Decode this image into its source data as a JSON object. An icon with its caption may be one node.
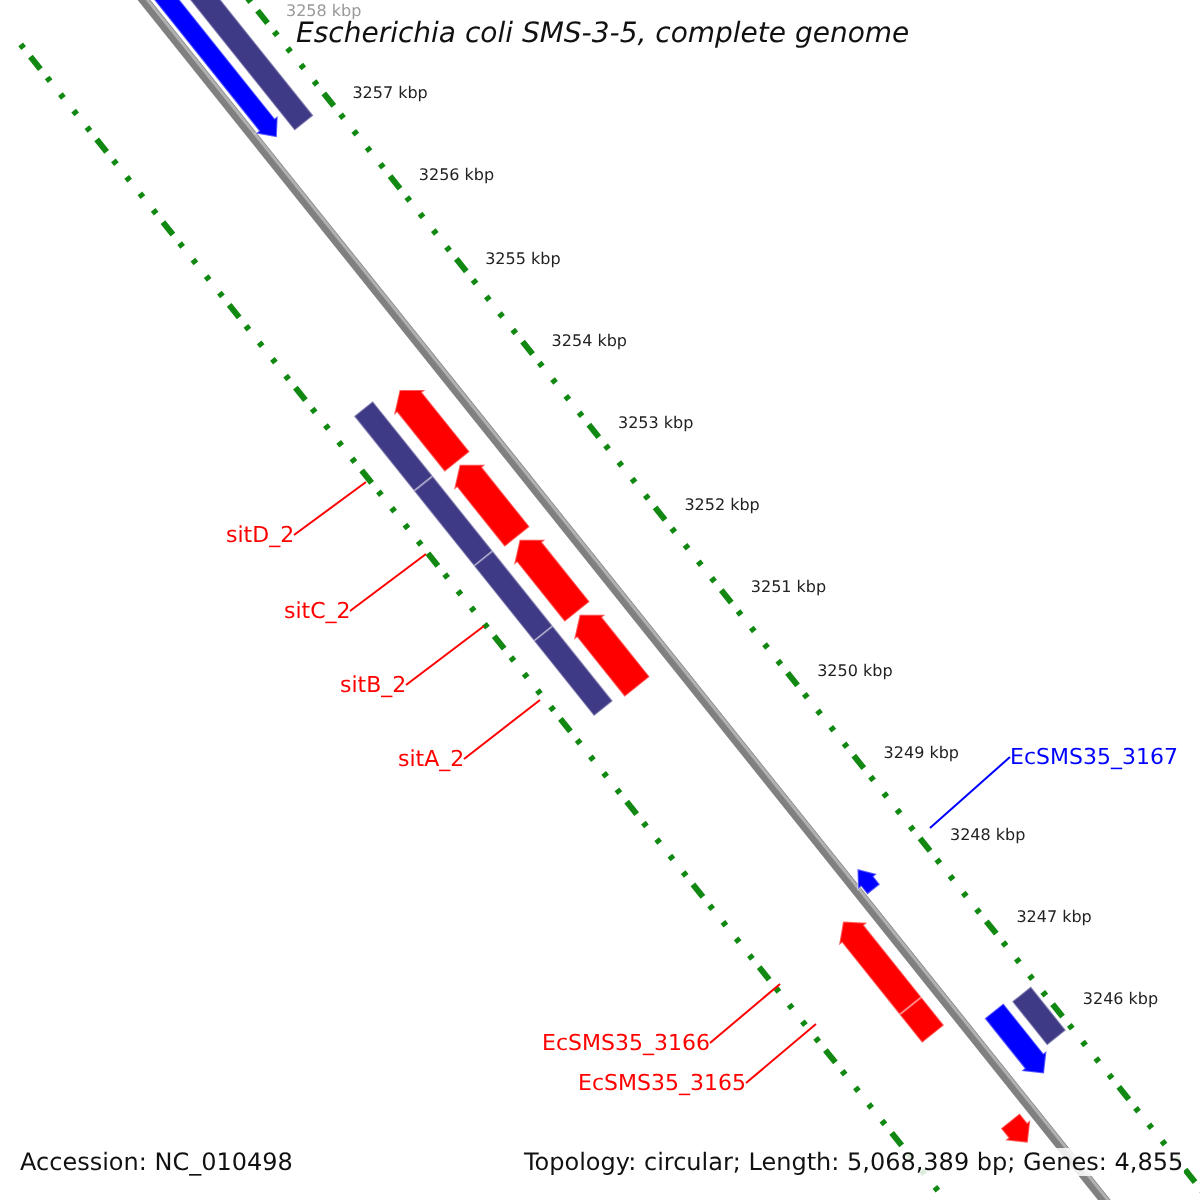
{
  "diagram": {
    "title": "Escherichia coli SMS-3-5, complete genome",
    "nodes": [
      {
        "text": [
          "sitD_2"
        ]
      },
      {
        "text": [
          "sitC_2"
        ]
      },
      {
        "text": [
          "sitB_2"
        ]
      },
      {
        "text": [
          "sitA_2"
        ]
      },
      {
        "text": [
          "EcSMS35_3167"
        ]
      },
      {
        "text": [
          "EcSMS35_3166"
        ]
      },
      {
        "text": [
          "EcSMS35_3165"
        ]
      }
    ],
    "edges": [
      {
        "from": 0,
        "to": null,
        "arrow": "none"
      },
      {
        "from": 1,
        "to": null,
        "arrow": "none"
      },
      {
        "from": 2,
        "to": null,
        "arrow": "none"
      },
      {
        "from": 3,
        "to": null,
        "arrow": "none"
      },
      {
        "from": 4,
        "to": null,
        "arrow": "none",
        "color": "#0000ff"
      },
      {
        "from": 5,
        "to": null,
        "arrow": "none"
      },
      {
        "from": 6,
        "to": null,
        "arrow": "none"
      }
    ],
    "labels": [
      "3258 kbp",
      "3257 kbp",
      "3256 kbp",
      "3255 kbp",
      "3254 kbp",
      "3253 kbp",
      "3252 kbp",
      "3251 kbp",
      "3250 kbp",
      "3249 kbp",
      "3248 kbp",
      "3247 kbp",
      "3246 kbp",
      "Accession: NC_010498",
      "Topology: circular; Length: 5,068,389 bp; Genes: 4,855"
    ]
  }
}
